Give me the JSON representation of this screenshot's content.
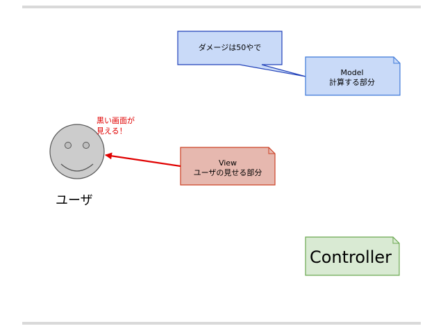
{
  "speech_bubble": {
    "text": "ダメージは50やで"
  },
  "model": {
    "title": "Model",
    "desc": "計算する部分"
  },
  "view": {
    "title": "View",
    "desc": "ユーザの見せる部分"
  },
  "controller": {
    "title": "Controller"
  },
  "user": {
    "label": "ユーザ"
  },
  "note": {
    "line1": "黒い画面が",
    "line2": "見える！"
  },
  "colors": {
    "speech_fill": "#c9daf8",
    "speech_stroke": "#1f3fb8",
    "model_fill": "#c9daf8",
    "model_stroke": "#3c78d8",
    "view_fill": "#e6b8af",
    "view_stroke": "#cc4125",
    "controller_fill": "#d9ead3",
    "controller_stroke": "#6aa84f",
    "arrow": "#e00000",
    "face_fill": "#cccccc"
  }
}
